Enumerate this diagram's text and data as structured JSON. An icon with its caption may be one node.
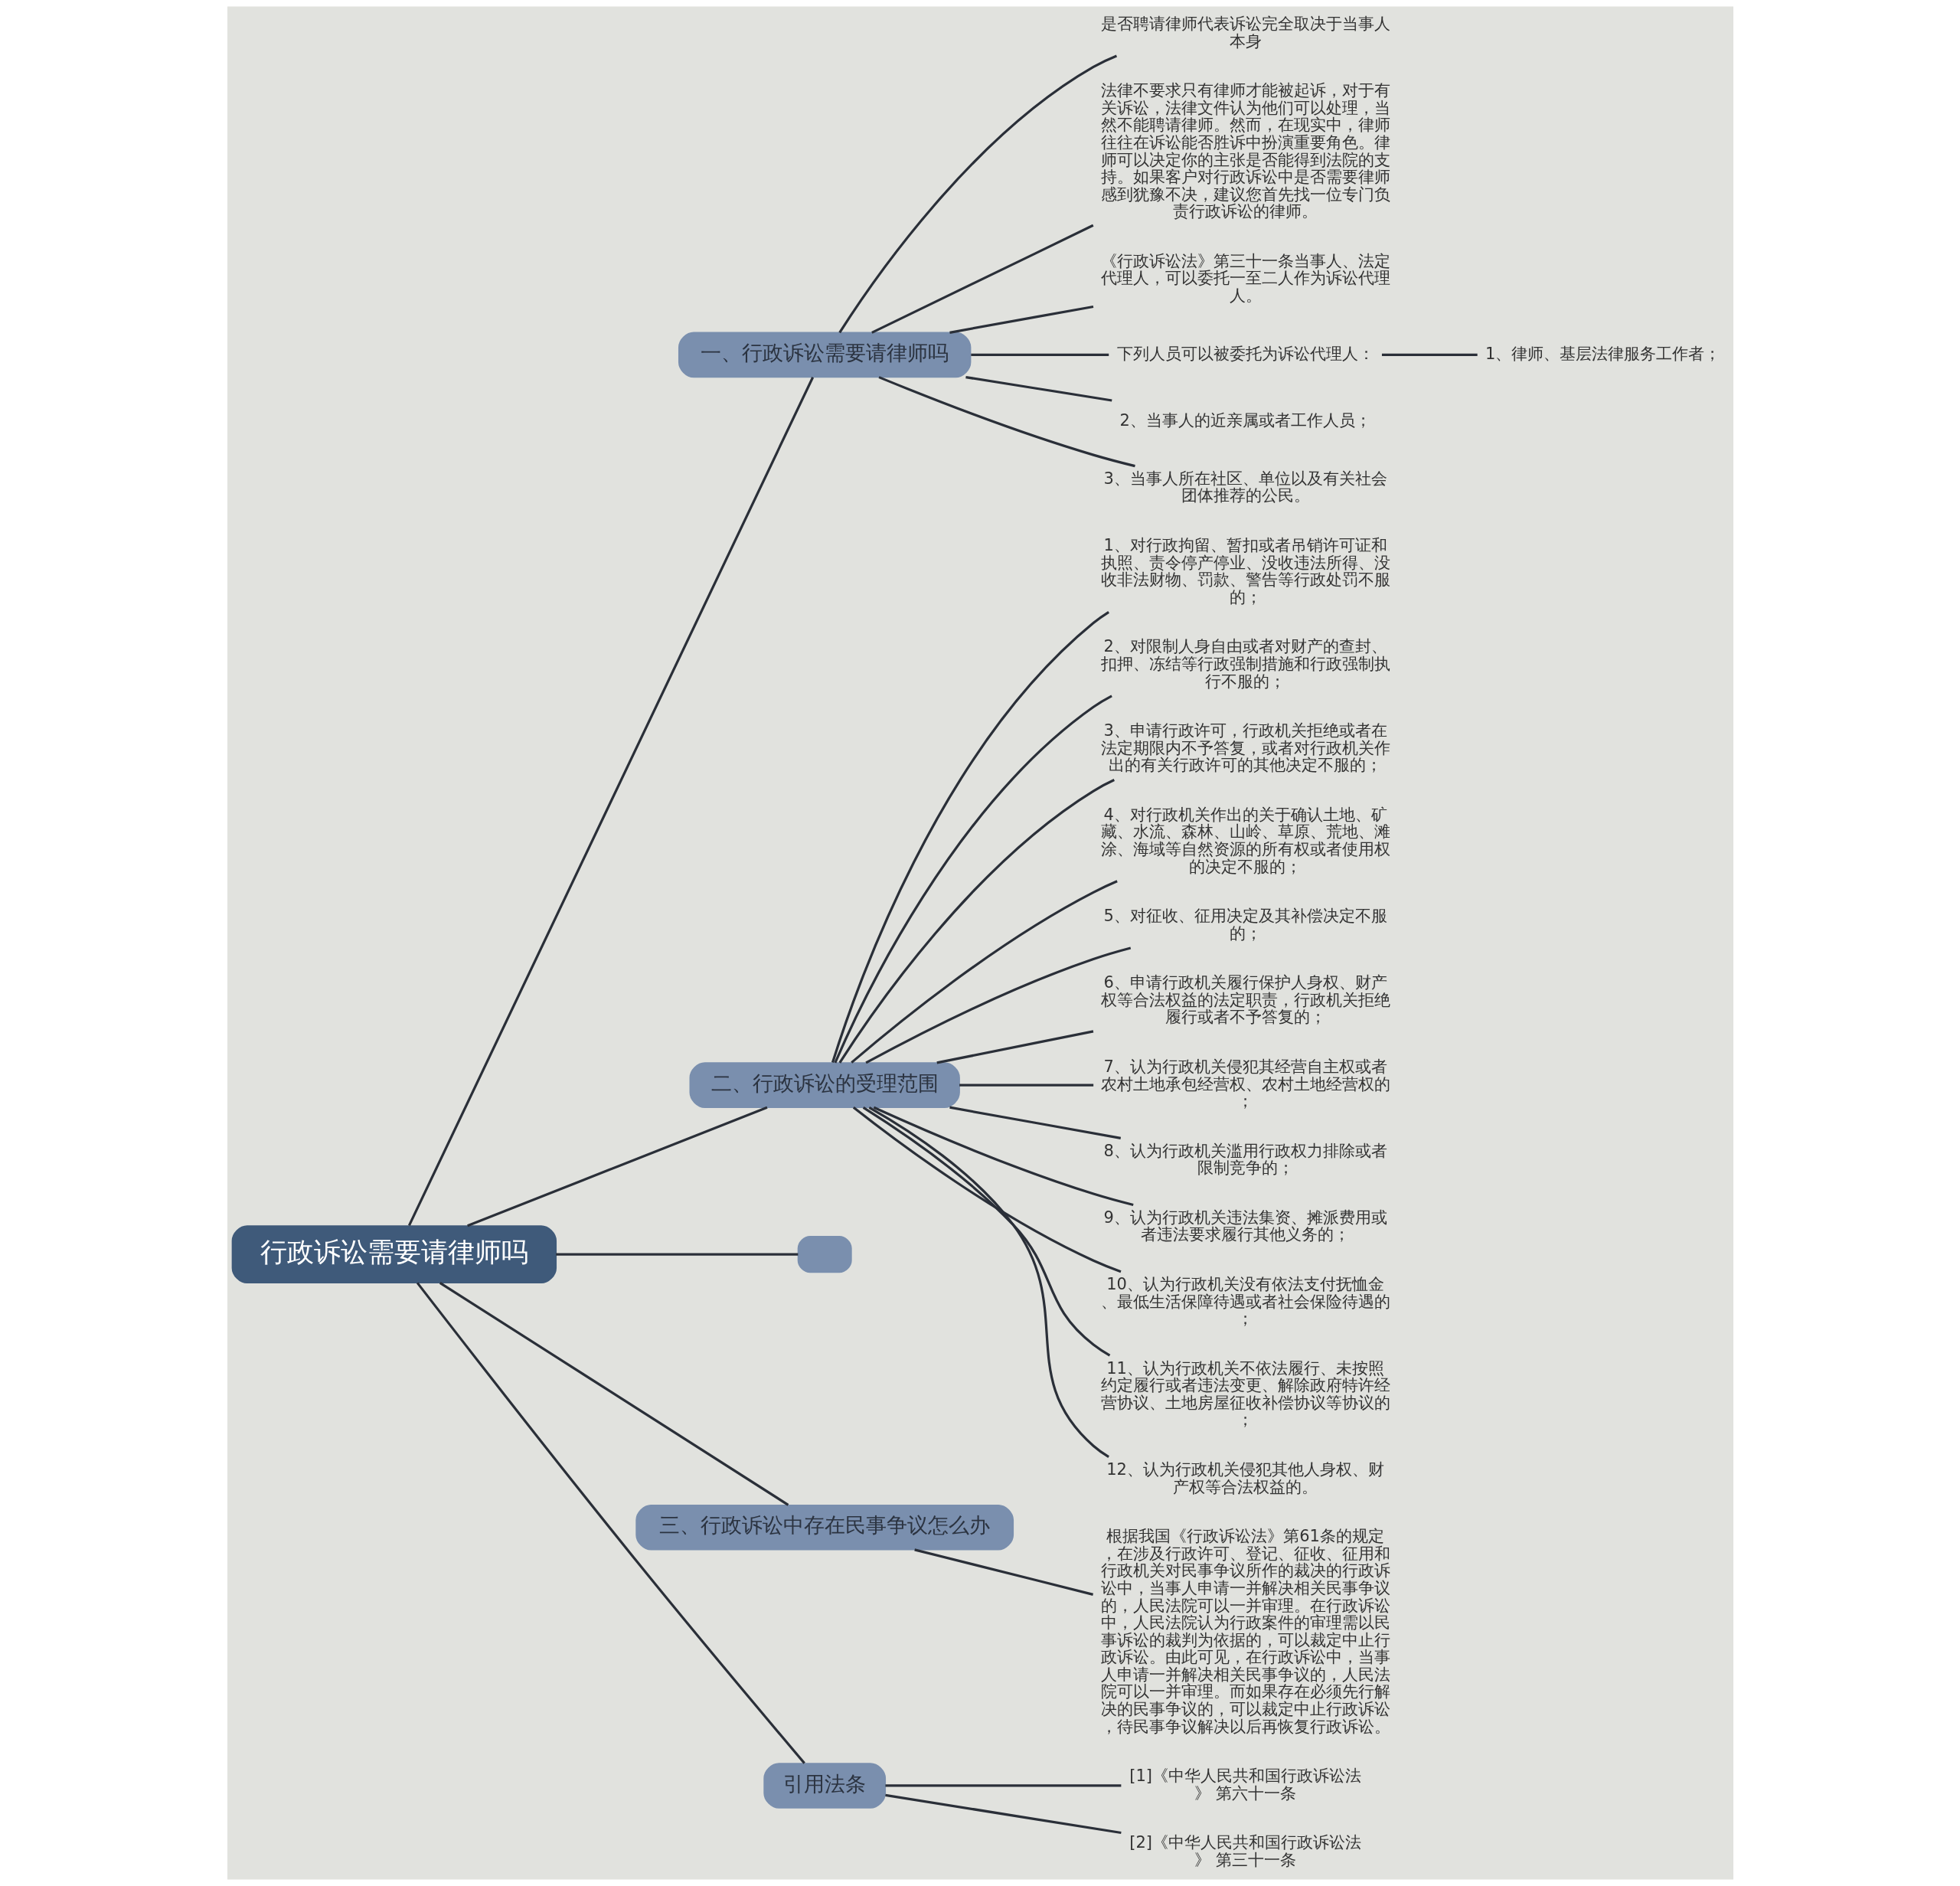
{
  "diagram": {
    "nodes": [
      {
        "text": [
          "行政诉讼需要请律师吗"
        ]
      },
      {
        "text": [
          "一、行政诉讼需要请律师吗"
        ]
      },
      {
        "text": [
          "是否聘请律师代表诉讼完全取决于当事人本身"
        ]
      },
      {
        "text": [
          "法律不要求只有律师才能被起诉，对于有关诉讼，法律文件认为他们可以处理，当然不能聘请律师。然而，在现实中，律师往往在诉讼能否胜诉中扮演重要角色。律师可以决定你的主张是否能得到法院的支持。如果客户对行政诉讼中是否需要律师感到犹豫不决，建议您首先找一位专门负责行政诉讼的律师。"
        ]
      },
      {
        "text": [
          "《行政诉讼法》第三十一条当事人、法定代理人，可以委托一至二人作为诉讼代理人。"
        ]
      },
      {
        "text": [
          "下列人员可以被委托为诉讼代理人："
        ]
      },
      {
        "text": [
          "1、律师、基层法律服务工作者；"
        ]
      },
      {
        "text": [
          "2、当事人的近亲属或者工作人员；"
        ]
      },
      {
        "text": [
          "3、当事人所在社区、单位以及有关社会团体推荐的公民。"
        ]
      },
      {
        "text": [
          "二、行政诉讼的受理范围"
        ]
      },
      {
        "text": [
          "1、对行政拘留、暂扣或者吊销许可证和执照、责令停产停业、没收违法所得、没收非法财物、罚款、警告等行政处罚不服的；"
        ]
      },
      {
        "text": [
          "2、对限制人身自由或者对财产的查封、扣押、冻结等行政强制措施和行政强制执行不服的；"
        ]
      },
      {
        "text": [
          "3、申请行政许可，行政机关拒绝或者在法定期限内不予答复，或者对行政机关作出的有关行政许可的其他决定不服的；"
        ]
      },
      {
        "text": [
          "4、对行政机关作出的关于确认土地、矿藏、水流、森林、山岭、草原、荒地、滩涂、海域等自然资源的所有权或者使用权的决定不服的；"
        ]
      },
      {
        "text": [
          "5、对征收、征用决定及其补偿决定不服的；"
        ]
      },
      {
        "text": [
          "6、申请行政机关履行保护人身权、财产权等合法权益的法定职责，行政机关拒绝履行或者不予答复的；"
        ]
      },
      {
        "text": [
          "7、认为行政机关侵犯其经营自主权或者农村土地承包经营权、农村土地经营权的；"
        ]
      },
      {
        "text": [
          "8、认为行政机关滥用行政权力排除或者限制竞争的；"
        ]
      },
      {
        "text": [
          "9、认为行政机关违法集资、摊派费用或者违法要求履行其他义务的；"
        ]
      },
      {
        "text": [
          "10、认为行政机关没有依法支付抚恤金、最低生活保障待遇或者社会保险待遇的；"
        ]
      },
      {
        "text": [
          "11、认为行政机关不依法履行、未按照约定履行或者违法变更、解除政府特许经营协议、土地房屋征收补偿协议等协议的；"
        ]
      },
      {
        "text": [
          "12、认为行政机关侵犯其他人身权、财产权等合法权益的。"
        ]
      },
      {
        "text": [],
        "shape": "box"
      },
      {
        "text": [
          "三、行政诉讼中存在民事争议怎么办"
        ]
      },
      {
        "text": [
          "根据我国《行政诉讼法》第61条的规定，在涉及行政许可、登记、征收、征用和行政机关对民事争议所作的裁决的行政诉讼中，当事人申请一并解决相关民事争议的，人民法院可以一并审理。在行政诉讼中，人民法院认为行政案件的审理需以民事诉讼的裁判为依据的，可以裁定中止行政诉讼。由此可见，在行政诉讼中，当事人申请一并解决相关民事争议的，人民法院可以一并审理。而如果存在必须先行解决的民事争议的，可以裁定中止行政诉讼，待民事争议解决以后再恢复行政诉讼。"
        ]
      },
      {
        "text": [
          "引用法条"
        ]
      },
      {
        "text": [
          "[1]《中华人民共和国行政诉讼法》 第六十一条"
        ]
      },
      {
        "text": [
          "[2]《中华人民共和国行政诉讼法》 第三十一条"
        ]
      }
    ],
    "edges": [
      {
        "from": 0,
        "to": 1,
        "arrow": "none"
      },
      {
        "from": 1,
        "to": 2,
        "arrow": "none"
      },
      {
        "from": 1,
        "to": 3,
        "arrow": "none"
      },
      {
        "from": 1,
        "to": 4,
        "arrow": "none"
      },
      {
        "from": 1,
        "to": 5,
        "arrow": "none"
      },
      {
        "from": 5,
        "to": 6,
        "arrow": "none"
      },
      {
        "from": 1,
        "to": 7,
        "arrow": "none"
      },
      {
        "from": 1,
        "to": 8,
        "arrow": "none"
      },
      {
        "from": 0,
        "to": 9,
        "arrow": "none"
      },
      {
        "from": 9,
        "to": 10,
        "arrow": "none"
      },
      {
        "from": 9,
        "to": 11,
        "arrow": "none"
      },
      {
        "from": 9,
        "to": 12,
        "arrow": "none"
      },
      {
        "from": 9,
        "to": 13,
        "arrow": "none"
      },
      {
        "from": 9,
        "to": 14,
        "arrow": "none"
      },
      {
        "from": 9,
        "to": 15,
        "arrow": "none"
      },
      {
        "from": 9,
        "to": 16,
        "arrow": "none"
      },
      {
        "from": 9,
        "to": 17,
        "arrow": "none"
      },
      {
        "from": 9,
        "to": 18,
        "arrow": "none"
      },
      {
        "from": 9,
        "to": 19,
        "arrow": "none"
      },
      {
        "from": 9,
        "to": 20,
        "arrow": "none"
      },
      {
        "from": 9,
        "to": 21,
        "arrow": "none"
      },
      {
        "from": 0,
        "to": 22,
        "arrow": "none"
      },
      {
        "from": 0,
        "to": 23,
        "arrow": "none"
      },
      {
        "from": 23,
        "to": 24,
        "arrow": "none"
      },
      {
        "from": 0,
        "to": 25,
        "arrow": "none"
      },
      {
        "from": 25,
        "to": 26,
        "arrow": "none"
      },
      {
        "from": 25,
        "to": 27,
        "arrow": "none"
      }
    ]
  }
}
